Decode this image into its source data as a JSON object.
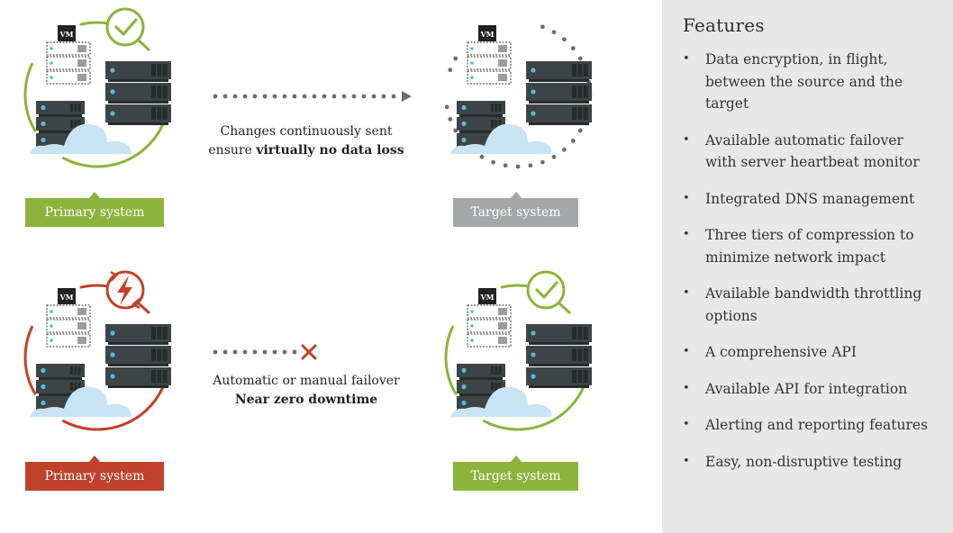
{
  "colors": {
    "green": "#8cb43c",
    "red": "#c0412a",
    "gray": "#a5a7a8",
    "server": "#3c4446",
    "server_dark": "#262b2c",
    "led": "#5bb8d8",
    "cloud": "#c9e4f2",
    "dots": "#6b6e70"
  },
  "scenarios": [
    {
      "primary": {
        "label": "Primary system",
        "state": "healthy",
        "status_icon": "check-magnifier-icon"
      },
      "connector": {
        "type": "dotted-arrow",
        "end_icon": "arrow-right-icon"
      },
      "caption": {
        "line1": "Changes continuously sent",
        "line2_prefix": "ensure ",
        "line2_bold": "virtually no data loss"
      },
      "target": {
        "label": "Target system",
        "state": "standby",
        "status_icon": "dotted-ring-icon"
      }
    },
    {
      "primary": {
        "label": "Primary system",
        "state": "failed",
        "status_icon": "lightning-magnifier-icon"
      },
      "connector": {
        "type": "dotted-broken",
        "end_icon": "x-icon"
      },
      "caption": {
        "line1": "Automatic or manual failover",
        "line2_prefix": "",
        "line2_bold": "Near zero downtime"
      },
      "target": {
        "label": "Target system",
        "state": "active",
        "status_icon": "check-magnifier-icon"
      }
    }
  ],
  "vm_label": "VM",
  "features": {
    "title": "Features",
    "bullet": "•",
    "items": [
      "Data encryption, in flight, between the source and the target",
      "Available automatic failover with server heartbeat monitor",
      "Integrated DNS management",
      "Three tiers of compression to minimize network impact",
      "Available bandwidth throttling options",
      "A comprehensive API",
      "Available API for integration",
      "Alerting and reporting features",
      "Easy, non-disruptive testing"
    ]
  }
}
